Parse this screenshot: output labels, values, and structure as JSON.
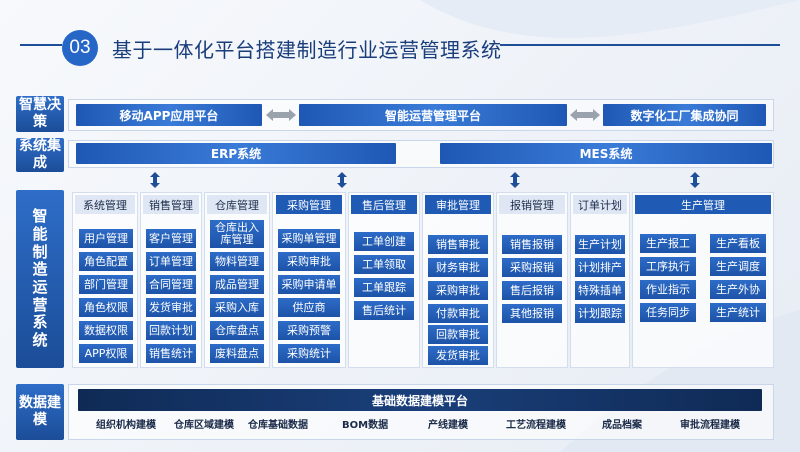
{
  "header": {
    "number": "03",
    "title": "基于一体化平台搭建制造行业运营管理系统"
  },
  "labels": {
    "smart_decision": "智慧决策",
    "system_integration": "系统集成",
    "smart_ops": "智能制造运营系统",
    "data_modeling": "数据建模"
  },
  "decision_row": {
    "mobile_app": "移动APP应用平台",
    "smart_ops_platform": "智能运营管理平台",
    "digital_factory": "数字化工厂集成协同"
  },
  "integration_row": {
    "erp": "ERP系统",
    "mes": "MES系统"
  },
  "columns": [
    {
      "header": "系统管理",
      "items": [
        "用户管理",
        "角色配置",
        "部门管理",
        "角色权限",
        "数据权限",
        "APP权限"
      ]
    },
    {
      "header": "销售管理",
      "items": [
        "客户管理",
        "订单管理",
        "合同管理",
        "发货审批",
        "回款计划",
        "销售统计"
      ]
    },
    {
      "header": "仓库管理",
      "items": [
        "仓库出入库管理",
        "物料管理",
        "成品管理",
        "采购入库",
        "仓库盘点",
        "废料盘点"
      ]
    },
    {
      "header": "采购管理",
      "items": [
        "采购单管理",
        "采购审批",
        "采购申请单",
        "供应商",
        "采购预警",
        "采购统计"
      ]
    },
    {
      "header": "售后管理",
      "items": [
        "工单创建",
        "工单领取",
        "工单跟踪",
        "售后统计"
      ]
    },
    {
      "header": "审批管理",
      "items": [
        "销售审批",
        "财务审批",
        "采购审批",
        "付款审批",
        "回款审批",
        "发货审批"
      ]
    },
    {
      "header": "报销管理",
      "items": [
        "销售报销",
        "采购报销",
        "售后报销",
        "其他报销"
      ]
    },
    {
      "header": "订单计划",
      "items": [
        "生产计划",
        "计划排产",
        "特殊插单",
        "计划跟踪"
      ]
    },
    {
      "header": "生产管理",
      "items": [
        "生产报工",
        "生产看板",
        "工序执行",
        "生产调度",
        "作业指示",
        "生产外协",
        "任务同步",
        "生产统计"
      ]
    }
  ],
  "data_platform": {
    "title": "基础数据建模平台",
    "items": [
      "组织机构建模",
      "仓库区域建模",
      "仓库基础数据",
      "BOM数据",
      "产线建模",
      "工艺流程建模",
      "成品档案",
      "审批流程建模"
    ]
  },
  "colors": {
    "primary": "#1f5ab5",
    "dark_blue": "#1a3d7c",
    "light_header": "#dfe7f4",
    "arrow_gray": "#9aa3ad",
    "bottom_bar": "#12305f"
  }
}
